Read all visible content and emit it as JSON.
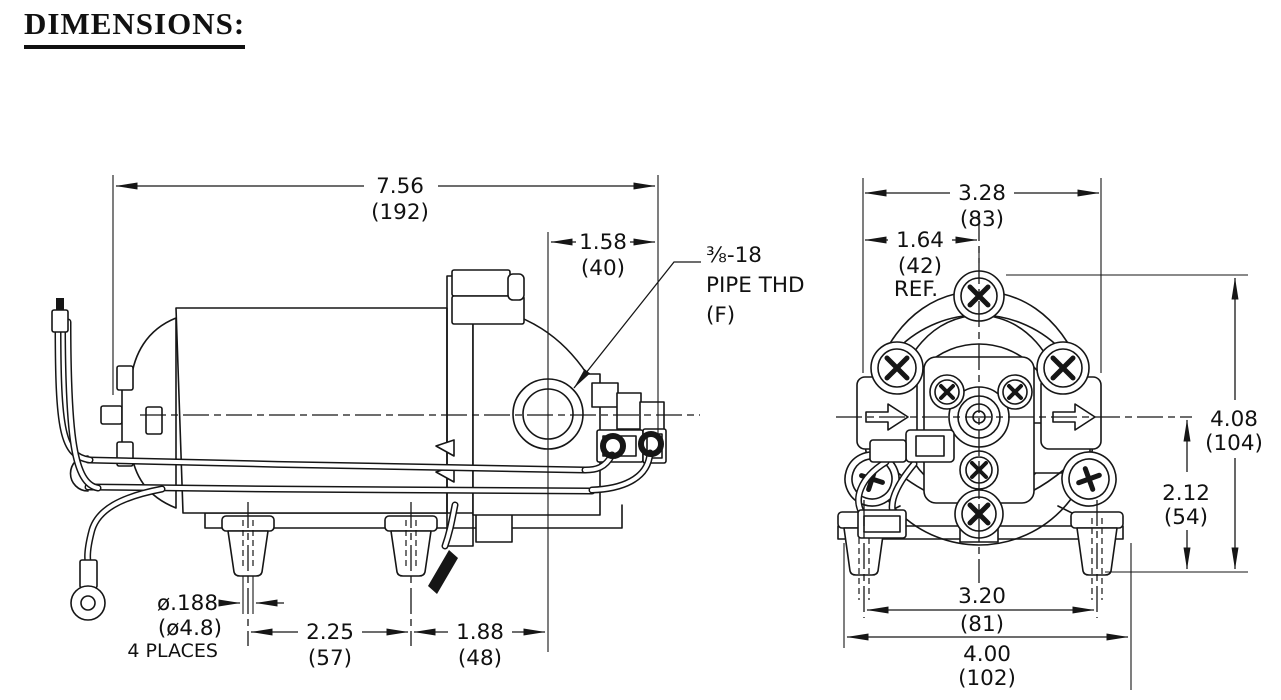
{
  "title": "DIMENSIONS:",
  "views": {
    "side": {
      "overall_length": {
        "in": "7.56",
        "mm": "(192)"
      },
      "port_offset": {
        "in": "1.58",
        "mm": "(40)"
      },
      "port_thread": {
        "size": "⅜-18",
        "type": "PIPE THD",
        "gender": "(F)"
      },
      "mounting_hole": {
        "dia_in": "ø.188",
        "dia_mm": "(ø4.8)",
        "note": "4 PLACES"
      },
      "foot_spacing": {
        "in": "2.25",
        "mm": "(57)"
      },
      "foot_to_port": {
        "in": "1.88",
        "mm": "(48)"
      }
    },
    "front": {
      "bolt_width": {
        "in": "3.28",
        "mm": "(83)"
      },
      "bolt_half_width": {
        "in": "1.64",
        "mm": "(42)",
        "note": "REF."
      },
      "overall_height": {
        "in": "4.08",
        "mm": "(104)"
      },
      "centerline_height": {
        "in": "2.12",
        "mm": "(54)"
      },
      "foot_spacing": {
        "in": "3.20",
        "mm": "(81)"
      },
      "overall_width": {
        "in": "4.00",
        "mm": "(102)"
      }
    }
  },
  "colors": {
    "line": "#161616",
    "background": "#ffffff"
  }
}
